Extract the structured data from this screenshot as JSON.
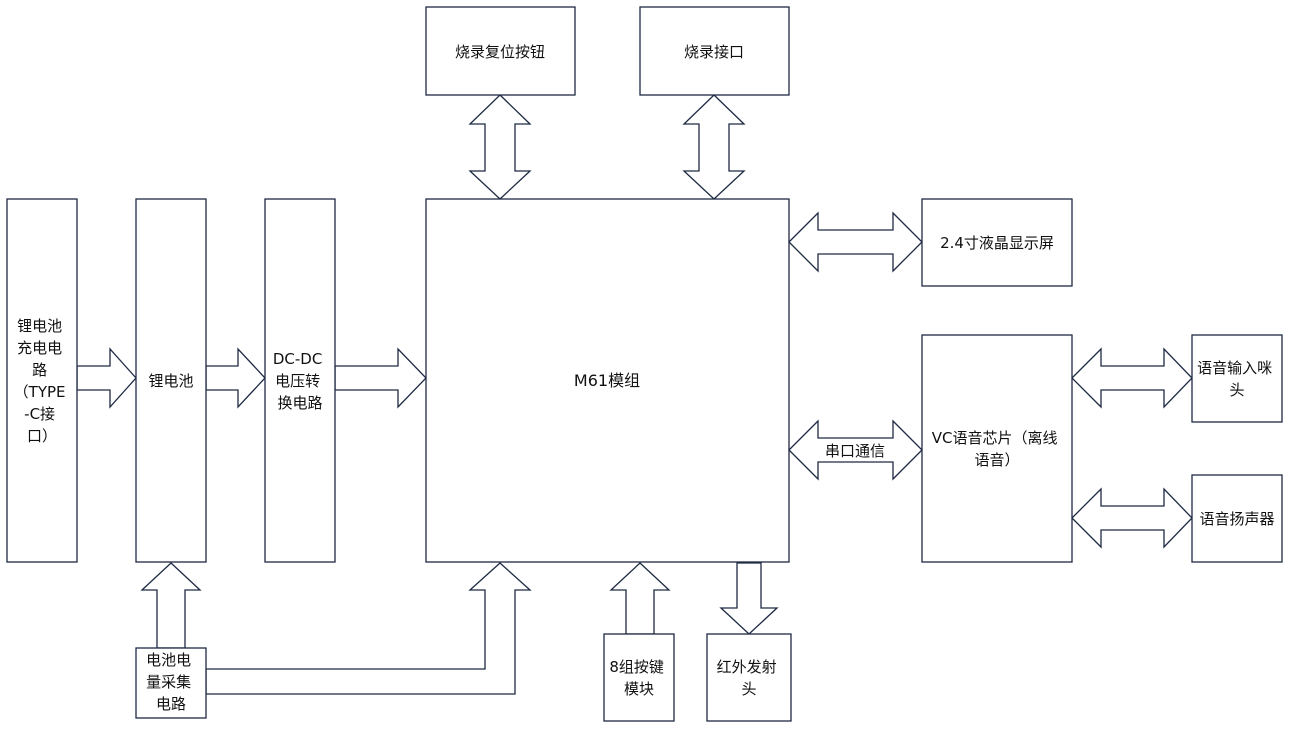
{
  "blocks": {
    "charging_circuit": [
      "锂电池",
      "充电电",
      "路",
      "（TYPE",
      "-C接",
      "口）"
    ],
    "lithium_battery": [
      "锂电池"
    ],
    "dcdc": [
      "DC-DC",
      "电压转",
      "换电路"
    ],
    "m61": [
      "M61模组"
    ],
    "burn_reset_button": [
      "烧录复位按钮"
    ],
    "burn_interface": [
      "烧录接口"
    ],
    "lcd": [
      "2.4寸液晶显示屏"
    ],
    "vc_voice_chip": [
      "VC语音芯片（离线",
      "语音）"
    ],
    "mic": [
      "语音输入咪",
      "头"
    ],
    "speaker": [
      "语音扬声器"
    ],
    "battery_sampling": [
      "电池电",
      "量采集",
      "电路"
    ],
    "keys": [
      "8组按键",
      "模块"
    ],
    "ir_emitter": [
      "红外发射",
      "头"
    ]
  },
  "links": {
    "uart": "串口通信"
  }
}
